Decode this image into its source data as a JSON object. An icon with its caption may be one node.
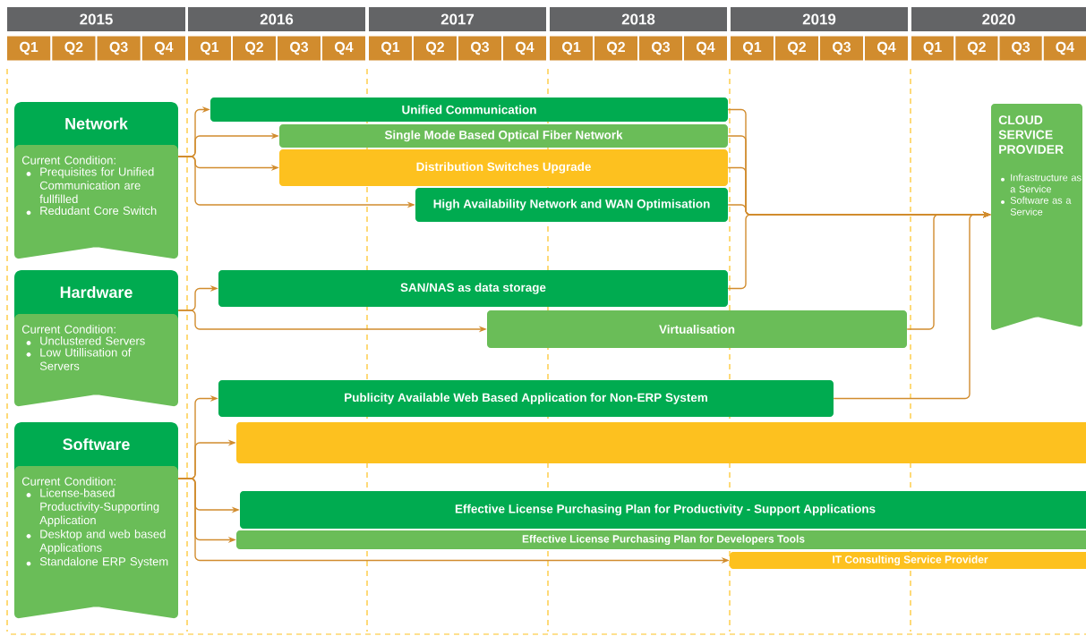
{
  "diagram": {
    "nodes": [
      {
        "text": [
          "Network",
          "Current Condition:",
          "Prequisites for Unified Communication are fullfilled",
          "Redudant Core Switch"
        ]
      },
      {
        "text": [
          "Hardware",
          "Current Condition:",
          "Unclustered Servers",
          "Low Utillisation of Servers"
        ]
      },
      {
        "text": [
          "Software",
          "Current Condition:",
          "License-based Productivity-Supporting Application",
          "Desktop and web based Applications",
          "Standalone ERP System"
        ]
      },
      {
        "text": [
          "Unified Communication"
        ]
      },
      {
        "text": [
          "Single Mode Based Optical Fiber Network"
        ]
      },
      {
        "text": [
          "Distribution Switches Upgrade"
        ]
      },
      {
        "text": [
          "High Availability Network and WAN Optimisation"
        ]
      },
      {
        "text": [
          "SAN/NAS as data storage"
        ]
      },
      {
        "text": [
          "Virtualisation"
        ]
      },
      {
        "text": [
          "Publicity Available Web Based Application for Non-ERP System"
        ]
      },
      {
        "text": [],
        "shape": "bar"
      },
      {
        "text": [
          "Effective License Purchasing Plan for Productivity - Support Applications"
        ]
      },
      {
        "text": [
          "Effective License Purchasing Plan for Developers Tools"
        ]
      },
      {
        "text": [
          "IT Consulting Service Provider"
        ]
      },
      {
        "text": [
          "CLOUD SERVICE PROVIDER",
          "Infrastructure as a Service",
          "Software as a Service"
        ]
      }
    ],
    "edges": [
      {
        "from": 0,
        "to": 3,
        "arrow": "to"
      },
      {
        "from": 0,
        "to": 4,
        "arrow": "to"
      },
      {
        "from": 0,
        "to": 5,
        "arrow": "to"
      },
      {
        "from": 0,
        "to": 6,
        "arrow": "to"
      },
      {
        "from": 1,
        "to": 7,
        "arrow": "to"
      },
      {
        "from": 1,
        "to": 8,
        "arrow": "to"
      },
      {
        "from": 2,
        "to": 9,
        "arrow": "to"
      },
      {
        "from": 2,
        "to": 10,
        "arrow": "to"
      },
      {
        "from": 2,
        "to": 11,
        "arrow": "to"
      },
      {
        "from": 2,
        "to": 12,
        "arrow": "to"
      },
      {
        "from": 2,
        "to": 13,
        "arrow": "to"
      },
      {
        "from": 3,
        "to": 14,
        "arrow": "to"
      },
      {
        "from": 4,
        "to": 14,
        "arrow": "to"
      },
      {
        "from": 5,
        "to": 14,
        "arrow": "to"
      },
      {
        "from": 6,
        "to": 14,
        "arrow": "to"
      },
      {
        "from": 7,
        "to": 14,
        "arrow": "to"
      },
      {
        "from": 8,
        "to": 14,
        "arrow": "to"
      },
      {
        "from": 9,
        "to": 14,
        "arrow": "to"
      }
    ],
    "labels": [
      "2015",
      "2016",
      "2017",
      "2018",
      "2019",
      "2020",
      "Q1",
      "Q2",
      "Q3",
      "Q4",
      "Q1",
      "Q2",
      "Q3",
      "Q4",
      "Q1",
      "Q2",
      "Q3",
      "Q4",
      "Q1",
      "Q2",
      "Q3",
      "Q4",
      "Q1",
      "Q2",
      "Q3",
      "Q4",
      "Q1",
      "Q2",
      "Q3",
      "Q4"
    ]
  }
}
